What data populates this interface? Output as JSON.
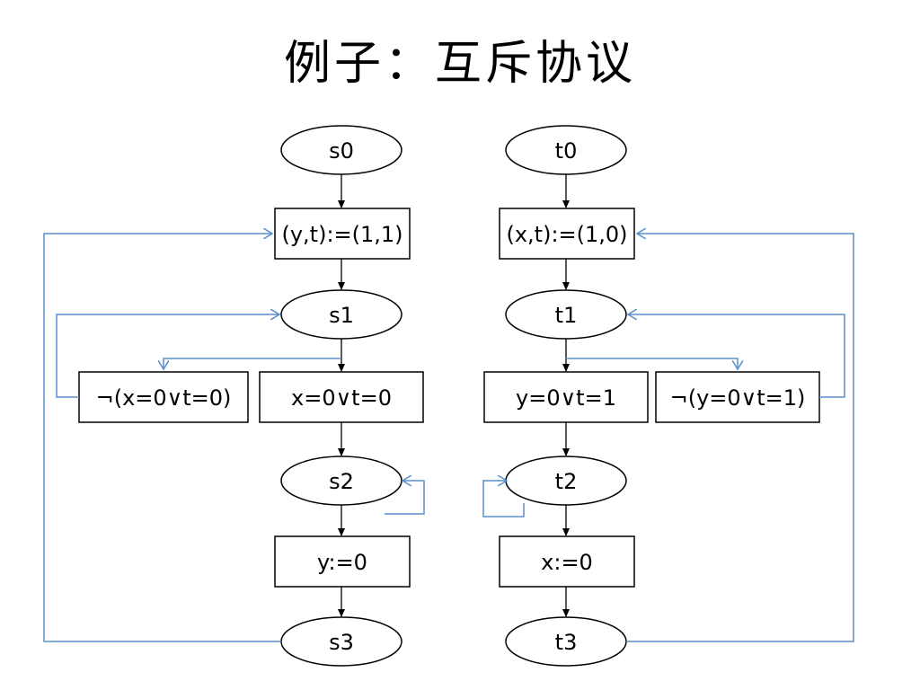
{
  "title": "例子：互斥协议",
  "process_s": {
    "s0": "s0",
    "assign": "(y,t):=(1,1)",
    "s1": "s1",
    "guard_false": "¬(x=0∨t=0)",
    "guard_true": "x=0∨t=0",
    "s2": "s2",
    "release": "y:=0",
    "s3": "s3"
  },
  "process_t": {
    "t0": "t0",
    "assign": "(x,t):=(1,0)",
    "t1": "t1",
    "guard_true": "y=0∨t=1",
    "guard_false": "¬(y=0∨t=1)",
    "t2": "t2",
    "release": "x:=0",
    "t3": "t3"
  },
  "colors": {
    "flow": "#000000",
    "loop": "#5b8fc9"
  }
}
